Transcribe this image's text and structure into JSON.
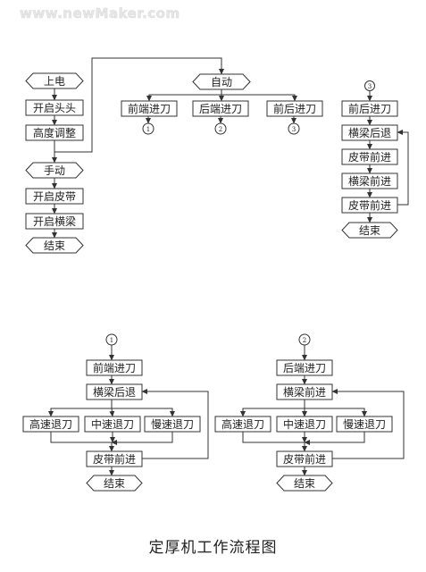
{
  "watermark": "www.newMaker.com",
  "caption": "定厚机工作流程图",
  "colors": {
    "line": "#333333",
    "text": "#222222",
    "background": "#ffffff"
  },
  "nodes": [
    {
      "id": "power-on",
      "shape": "hex",
      "label": "上电"
    },
    {
      "id": "start-heads",
      "shape": "rect",
      "label": "开启头头"
    },
    {
      "id": "height-adjust",
      "shape": "rect",
      "label": "高度调整"
    },
    {
      "id": "manual",
      "shape": "hex",
      "label": "手动"
    },
    {
      "id": "start-belt",
      "shape": "rect",
      "label": "开启皮带"
    },
    {
      "id": "start-beam",
      "shape": "rect",
      "label": "开启横梁"
    },
    {
      "id": "end-1",
      "shape": "hex",
      "label": "结束"
    },
    {
      "id": "auto",
      "shape": "hex",
      "label": "自动"
    },
    {
      "id": "front-feed",
      "shape": "rect",
      "label": "前端进刀"
    },
    {
      "id": "rear-feed",
      "shape": "rect",
      "label": "后端进刀"
    },
    {
      "id": "frontrear-feed",
      "shape": "rect",
      "label": "前后进刀"
    },
    {
      "id": "c1",
      "shape": "circle",
      "label": "1"
    },
    {
      "id": "c2",
      "shape": "circle",
      "label": "2"
    },
    {
      "id": "c3",
      "shape": "circle",
      "label": "3"
    },
    {
      "id": "p3-in",
      "shape": "circle",
      "label": "3"
    },
    {
      "id": "p3-frontrear",
      "shape": "rect",
      "label": "前后进刀"
    },
    {
      "id": "p3-beam-back",
      "shape": "rect",
      "label": "横梁后退"
    },
    {
      "id": "p3-belt-fwd",
      "shape": "rect",
      "label": "皮带前进"
    },
    {
      "id": "p3-beam-fwd",
      "shape": "rect",
      "label": "横梁前进"
    },
    {
      "id": "p3-belt-fwd2",
      "shape": "rect",
      "label": "皮带前进"
    },
    {
      "id": "p3-end",
      "shape": "hex",
      "label": "结束"
    },
    {
      "id": "p1-in",
      "shape": "circle",
      "label": "1"
    },
    {
      "id": "p1-front",
      "shape": "rect",
      "label": "前端进刀"
    },
    {
      "id": "p1-beam-back",
      "shape": "rect",
      "label": "横梁后退"
    },
    {
      "id": "p1-high",
      "shape": "rect",
      "label": "高速退刀"
    },
    {
      "id": "p1-mid",
      "shape": "rect",
      "label": "中速退刀"
    },
    {
      "id": "p1-low",
      "shape": "rect",
      "label": "慢速退刀"
    },
    {
      "id": "p1-belt",
      "shape": "rect",
      "label": "皮带前进"
    },
    {
      "id": "p1-end",
      "shape": "hex",
      "label": "结束"
    },
    {
      "id": "p2-in",
      "shape": "circle",
      "label": "2"
    },
    {
      "id": "p2-rear",
      "shape": "rect",
      "label": "后端进刀"
    },
    {
      "id": "p2-beam-fwd",
      "shape": "rect",
      "label": "横梁前进"
    },
    {
      "id": "p2-high",
      "shape": "rect",
      "label": "高速退刀"
    },
    {
      "id": "p2-mid",
      "shape": "rect",
      "label": "中速退刀"
    },
    {
      "id": "p2-low",
      "shape": "rect",
      "label": "慢速退刀"
    },
    {
      "id": "p2-belt",
      "shape": "rect",
      "label": "皮带前进"
    },
    {
      "id": "p2-end",
      "shape": "hex",
      "label": "结束"
    }
  ],
  "edges": [
    [
      "power-on",
      "start-heads"
    ],
    [
      "start-heads",
      "height-adjust"
    ],
    [
      "height-adjust",
      "manual"
    ],
    [
      "height-adjust",
      "auto"
    ],
    [
      "manual",
      "start-belt"
    ],
    [
      "start-belt",
      "start-beam"
    ],
    [
      "start-beam",
      "end-1"
    ],
    [
      "auto",
      "front-feed"
    ],
    [
      "auto",
      "rear-feed"
    ],
    [
      "auto",
      "frontrear-feed"
    ],
    [
      "front-feed",
      "c1"
    ],
    [
      "rear-feed",
      "c2"
    ],
    [
      "frontrear-feed",
      "c3"
    ],
    [
      "p3-in",
      "p3-frontrear"
    ],
    [
      "p3-frontrear",
      "p3-beam-back"
    ],
    [
      "p3-beam-back",
      "p3-belt-fwd"
    ],
    [
      "p3-belt-fwd",
      "p3-beam-fwd"
    ],
    [
      "p3-beam-fwd",
      "p3-belt-fwd2"
    ],
    [
      "p3-belt-fwd2",
      "p3-beam-back"
    ],
    [
      "p3-belt-fwd2",
      "p3-end"
    ],
    [
      "p1-in",
      "p1-front"
    ],
    [
      "p1-front",
      "p1-beam-back"
    ],
    [
      "p1-beam-back",
      "p1-high"
    ],
    [
      "p1-beam-back",
      "p1-mid"
    ],
    [
      "p1-beam-back",
      "p1-low"
    ],
    [
      "p1-high",
      "p1-belt"
    ],
    [
      "p1-mid",
      "p1-belt"
    ],
    [
      "p1-low",
      "p1-belt"
    ],
    [
      "p1-belt",
      "p1-beam-back"
    ],
    [
      "p1-belt",
      "p1-end"
    ],
    [
      "p2-in",
      "p2-rear"
    ],
    [
      "p2-rear",
      "p2-beam-fwd"
    ],
    [
      "p2-beam-fwd",
      "p2-high"
    ],
    [
      "p2-beam-fwd",
      "p2-mid"
    ],
    [
      "p2-beam-fwd",
      "p2-low"
    ],
    [
      "p2-high",
      "p2-belt"
    ],
    [
      "p2-mid",
      "p2-belt"
    ],
    [
      "p2-low",
      "p2-belt"
    ],
    [
      "p2-belt",
      "p2-beam-fwd"
    ],
    [
      "p2-belt",
      "p2-end"
    ]
  ]
}
